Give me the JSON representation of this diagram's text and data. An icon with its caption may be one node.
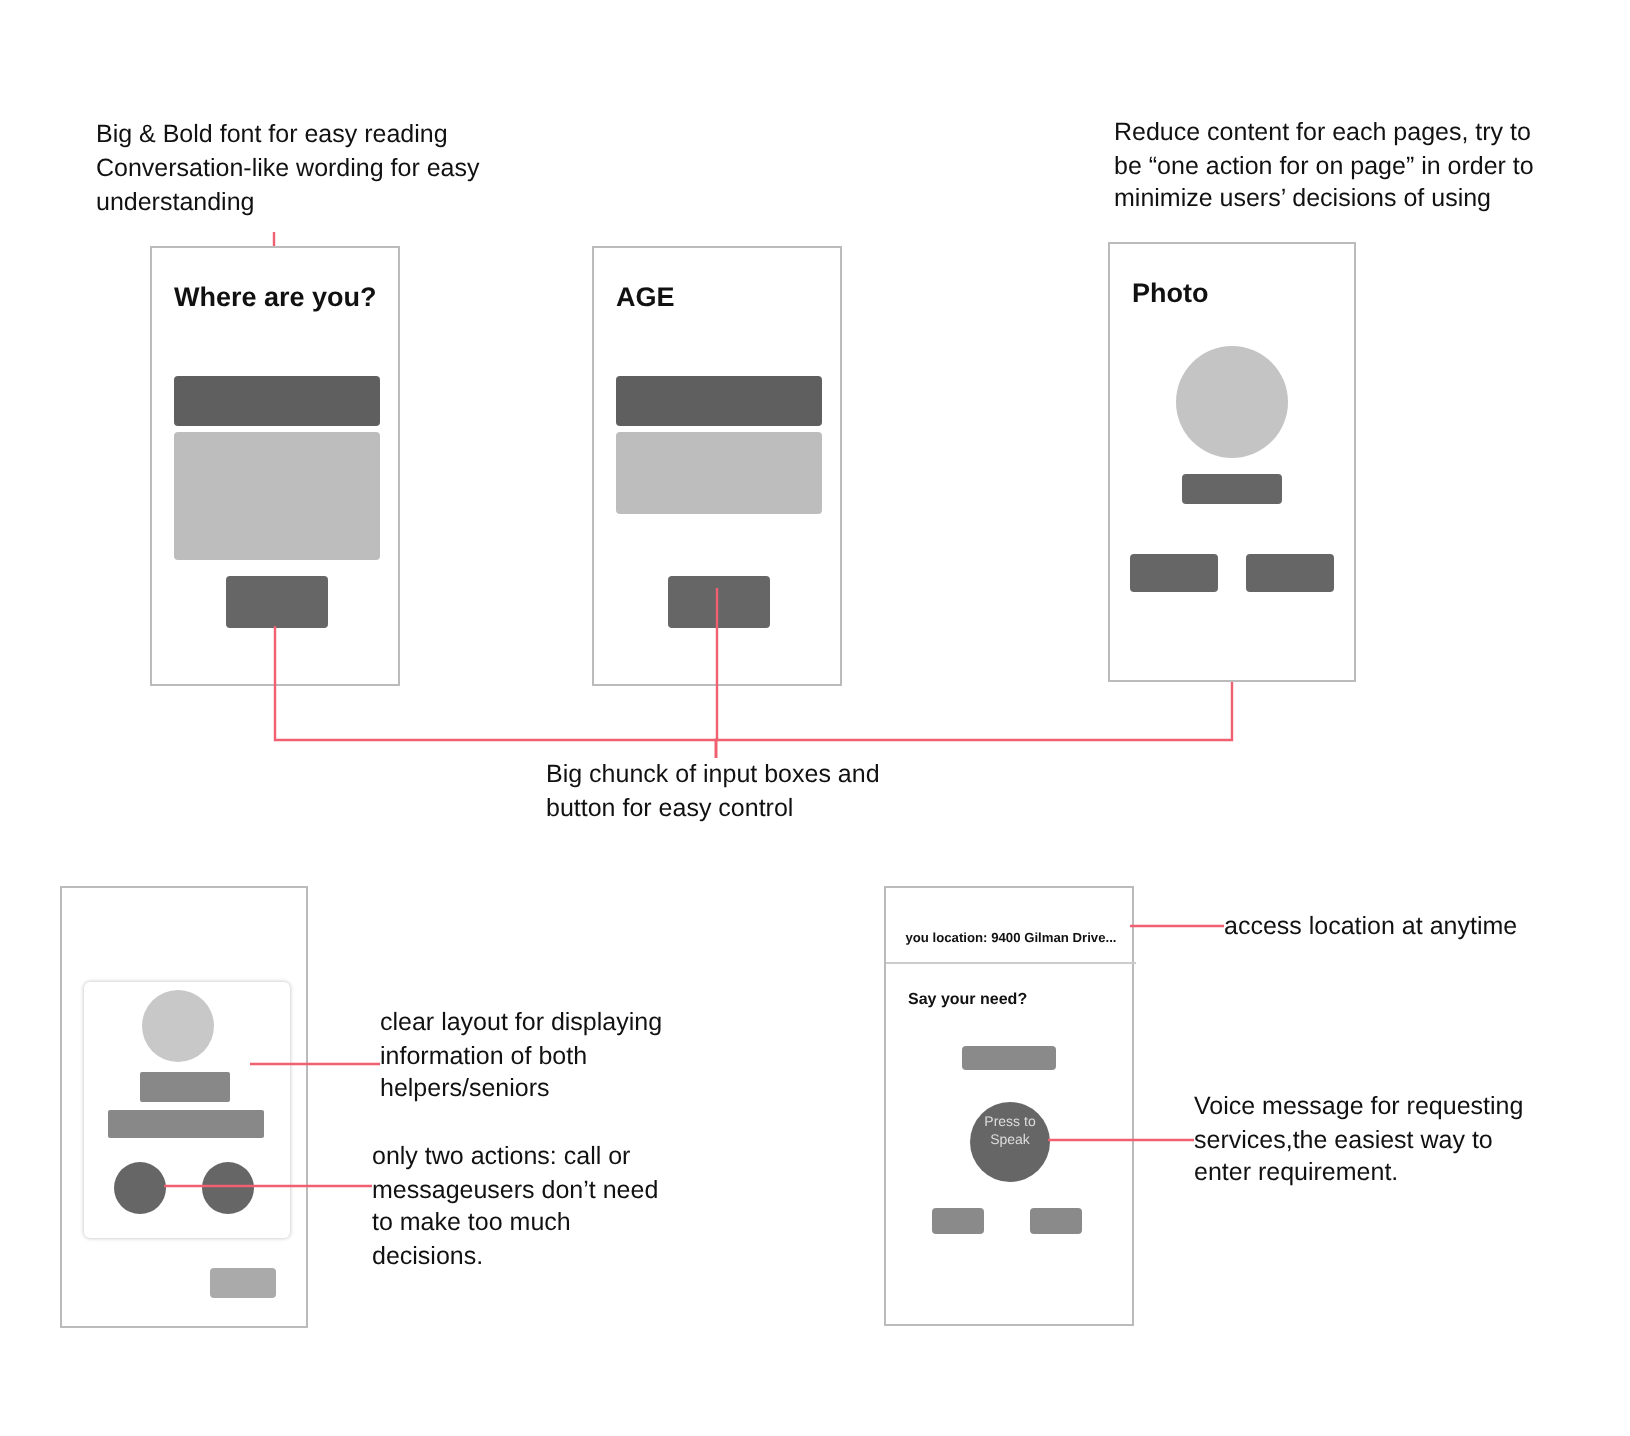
{
  "diagram": {
    "nodes": [
      {
        "text": [
          "Big & Bold font for easy reading",
          "Conversation-like wording for easy understanding"
        ]
      },
      {
        "text": [
          "Reduce content for each pages, try to be “one action for on page” in order to minimize users’ decisions of using"
        ]
      },
      {
        "text": [
          "Where are you?"
        ]
      },
      {
        "text": [],
        "shape": "box",
        "in": 2
      },
      {
        "text": [],
        "shape": "box",
        "in": 2
      },
      {
        "text": [
          "AGE"
        ]
      },
      {
        "text": [],
        "shape": "box",
        "in": 5
      },
      {
        "text": [],
        "shape": "box",
        "in": 5
      },
      {
        "text": [
          "Photo"
        ]
      },
      {
        "text": [
          "Big chunck of input boxes and button for easy control"
        ]
      },
      {
        "text": [],
        "shape": "box"
      },
      {
        "text": [],
        "shape": "box",
        "in": 10
      },
      {
        "text": [],
        "shape": "circle",
        "in": 11
      },
      {
        "text": [
          "clear layout for displaying information of both helpers/seniors"
        ]
      },
      {
        "text": [
          "only two actions: call or messageusers don’t need to make too much decisions."
        ]
      },
      {
        "text": [
          "Say your need?"
        ]
      },
      {
        "text": [
          "you location: 9400 Gilman Drive..."
        ],
        "in": 15
      },
      {
        "text": [
          "Press to Speak"
        ],
        "in": 15
      },
      {
        "text": [
          "access location at anytime"
        ]
      },
      {
        "text": [
          "Voice message for requesting services,the easiest way to enter requirement."
        ]
      }
    ],
    "edges": [
      {
        "from": 0,
        "to": 2,
        "arrow": "none"
      },
      {
        "from": 9,
        "to": 4,
        "arrow": "none"
      },
      {
        "from": 9,
        "to": 7,
        "arrow": "none"
      },
      {
        "from": 9,
        "to": 8,
        "arrow": "none"
      },
      {
        "from": 13,
        "to": 11,
        "arrow": "none"
      },
      {
        "from": 14,
        "to": 12,
        "arrow": "none"
      },
      {
        "from": 18,
        "to": 16,
        "arrow": "none"
      },
      {
        "from": 19,
        "to": 17,
        "arrow": "none"
      }
    ]
  }
}
